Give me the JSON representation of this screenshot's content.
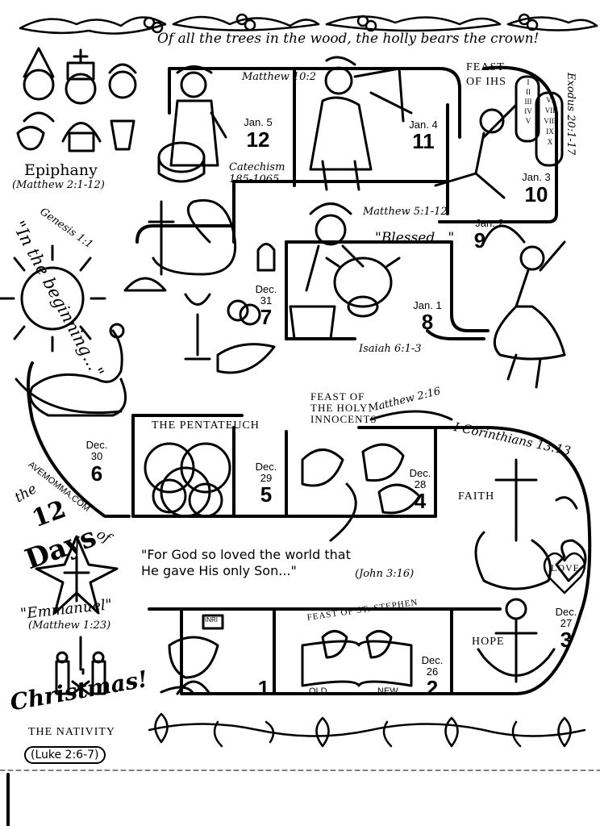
{
  "banner": "Of all the trees in the wood, the holly bears the crown!",
  "title": {
    "the": "the",
    "twelve": "12",
    "days": "Days",
    "of": "of",
    "christmas": "Christmas!"
  },
  "website": "AVEMOMMA.COM",
  "days": [
    {
      "num": "1",
      "date": "",
      "caption": "",
      "ref": "",
      "label_extra": "INRI"
    },
    {
      "num": "2",
      "date": "Dec. 26",
      "caption": "FEAST OF ST. STEPHEN",
      "old": "OLD",
      "new": "NEW"
    },
    {
      "num": "3",
      "date": "Dec. 27",
      "faith": "FAITH",
      "hope": "HOPE",
      "love": "LOVE",
      "ref": "I Corinthians 13:13"
    },
    {
      "num": "4",
      "date": "Dec. 28",
      "caption": "FEAST OF THE HOLY INNOCENTS",
      "ref": "Matthew 2:16"
    },
    {
      "num": "5",
      "date": "Dec. 29",
      "caption": "THE PENTATEUCH"
    },
    {
      "num": "6",
      "date": "Dec. 30"
    },
    {
      "num": "7",
      "date": "Dec. 31",
      "ref": "Genesis 1:1",
      "quote": "\"In the beginning...\""
    },
    {
      "num": "8",
      "date": "Jan. 1",
      "ref": "Matthew 5:1-12",
      "quote": "\"Blessed...\""
    },
    {
      "num": "9",
      "date": "Jan. 2",
      "ref": "Isaiah 6:1-3"
    },
    {
      "num": "10",
      "date": "Jan. 3",
      "caption": "FEAST OF IHS",
      "ref": "Exodus 20:1-17"
    },
    {
      "num": "11",
      "date": "Jan. 4",
      "ref": "Matthew 10:2"
    },
    {
      "num": "12",
      "date": "Jan. 5",
      "ref": "Catechism 185-1065"
    }
  ],
  "epiphany": {
    "label": "Epiphany",
    "ref": "(Matthew 2:1-12)"
  },
  "john_quote": {
    "line1": "\"For God so loved the world that",
    "line2": "He gave His only Son...\"",
    "ref": "(John 3:16)"
  },
  "emmanuel": {
    "label": "\"Emmanuel\"",
    "ref": "(Matthew 1:23)"
  },
  "nativity": {
    "label": "THE NATIVITY",
    "ref": "(Luke 2:6-7)"
  },
  "commandments": [
    "I",
    "II",
    "III",
    "IV",
    "V",
    "VI",
    "VII",
    "VIII",
    "IX",
    "X"
  ]
}
